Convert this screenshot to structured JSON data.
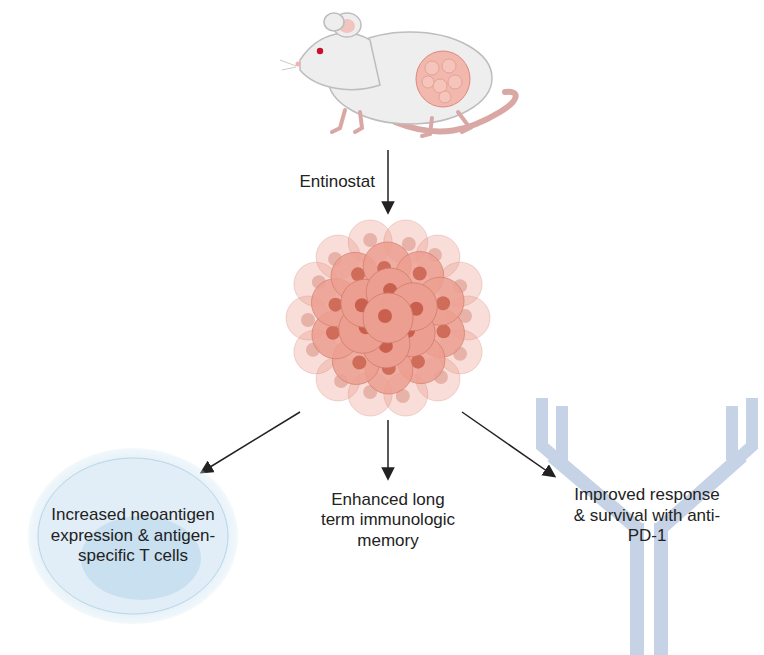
{
  "diagram": {
    "nodes": [
      {
        "text": [
          "Increased neoantigen expression & antigen-specific T cells"
        ]
      },
      {
        "text": [
          "Improved response & survival with anti-PD-1"
        ]
      }
    ],
    "labels": [
      "Entinostat",
      "Enhanced long term immunologic memory"
    ]
  }
}
